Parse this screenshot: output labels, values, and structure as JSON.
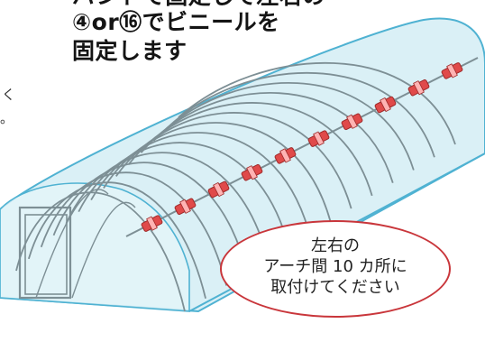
{
  "header": {
    "lines": [
      "バンドで固定して左右の",
      "④or⑯でビニールを",
      "固定します"
    ]
  },
  "side_note": {
    "fragments": [
      "く",
      "。"
    ]
  },
  "callout": {
    "lines": [
      "左右の",
      "アーチ間 10 カ所に",
      "取付けてください"
    ]
  },
  "colors": {
    "film_fill": "#d3edf5",
    "film_edge": "#4fb2d2",
    "frame": "#7d8f95",
    "clip": "#e04a4a",
    "callout_border": "#c9363b"
  },
  "icons": {
    "clip": "clip-icon"
  },
  "counts": {
    "clips_per_side": 10
  }
}
